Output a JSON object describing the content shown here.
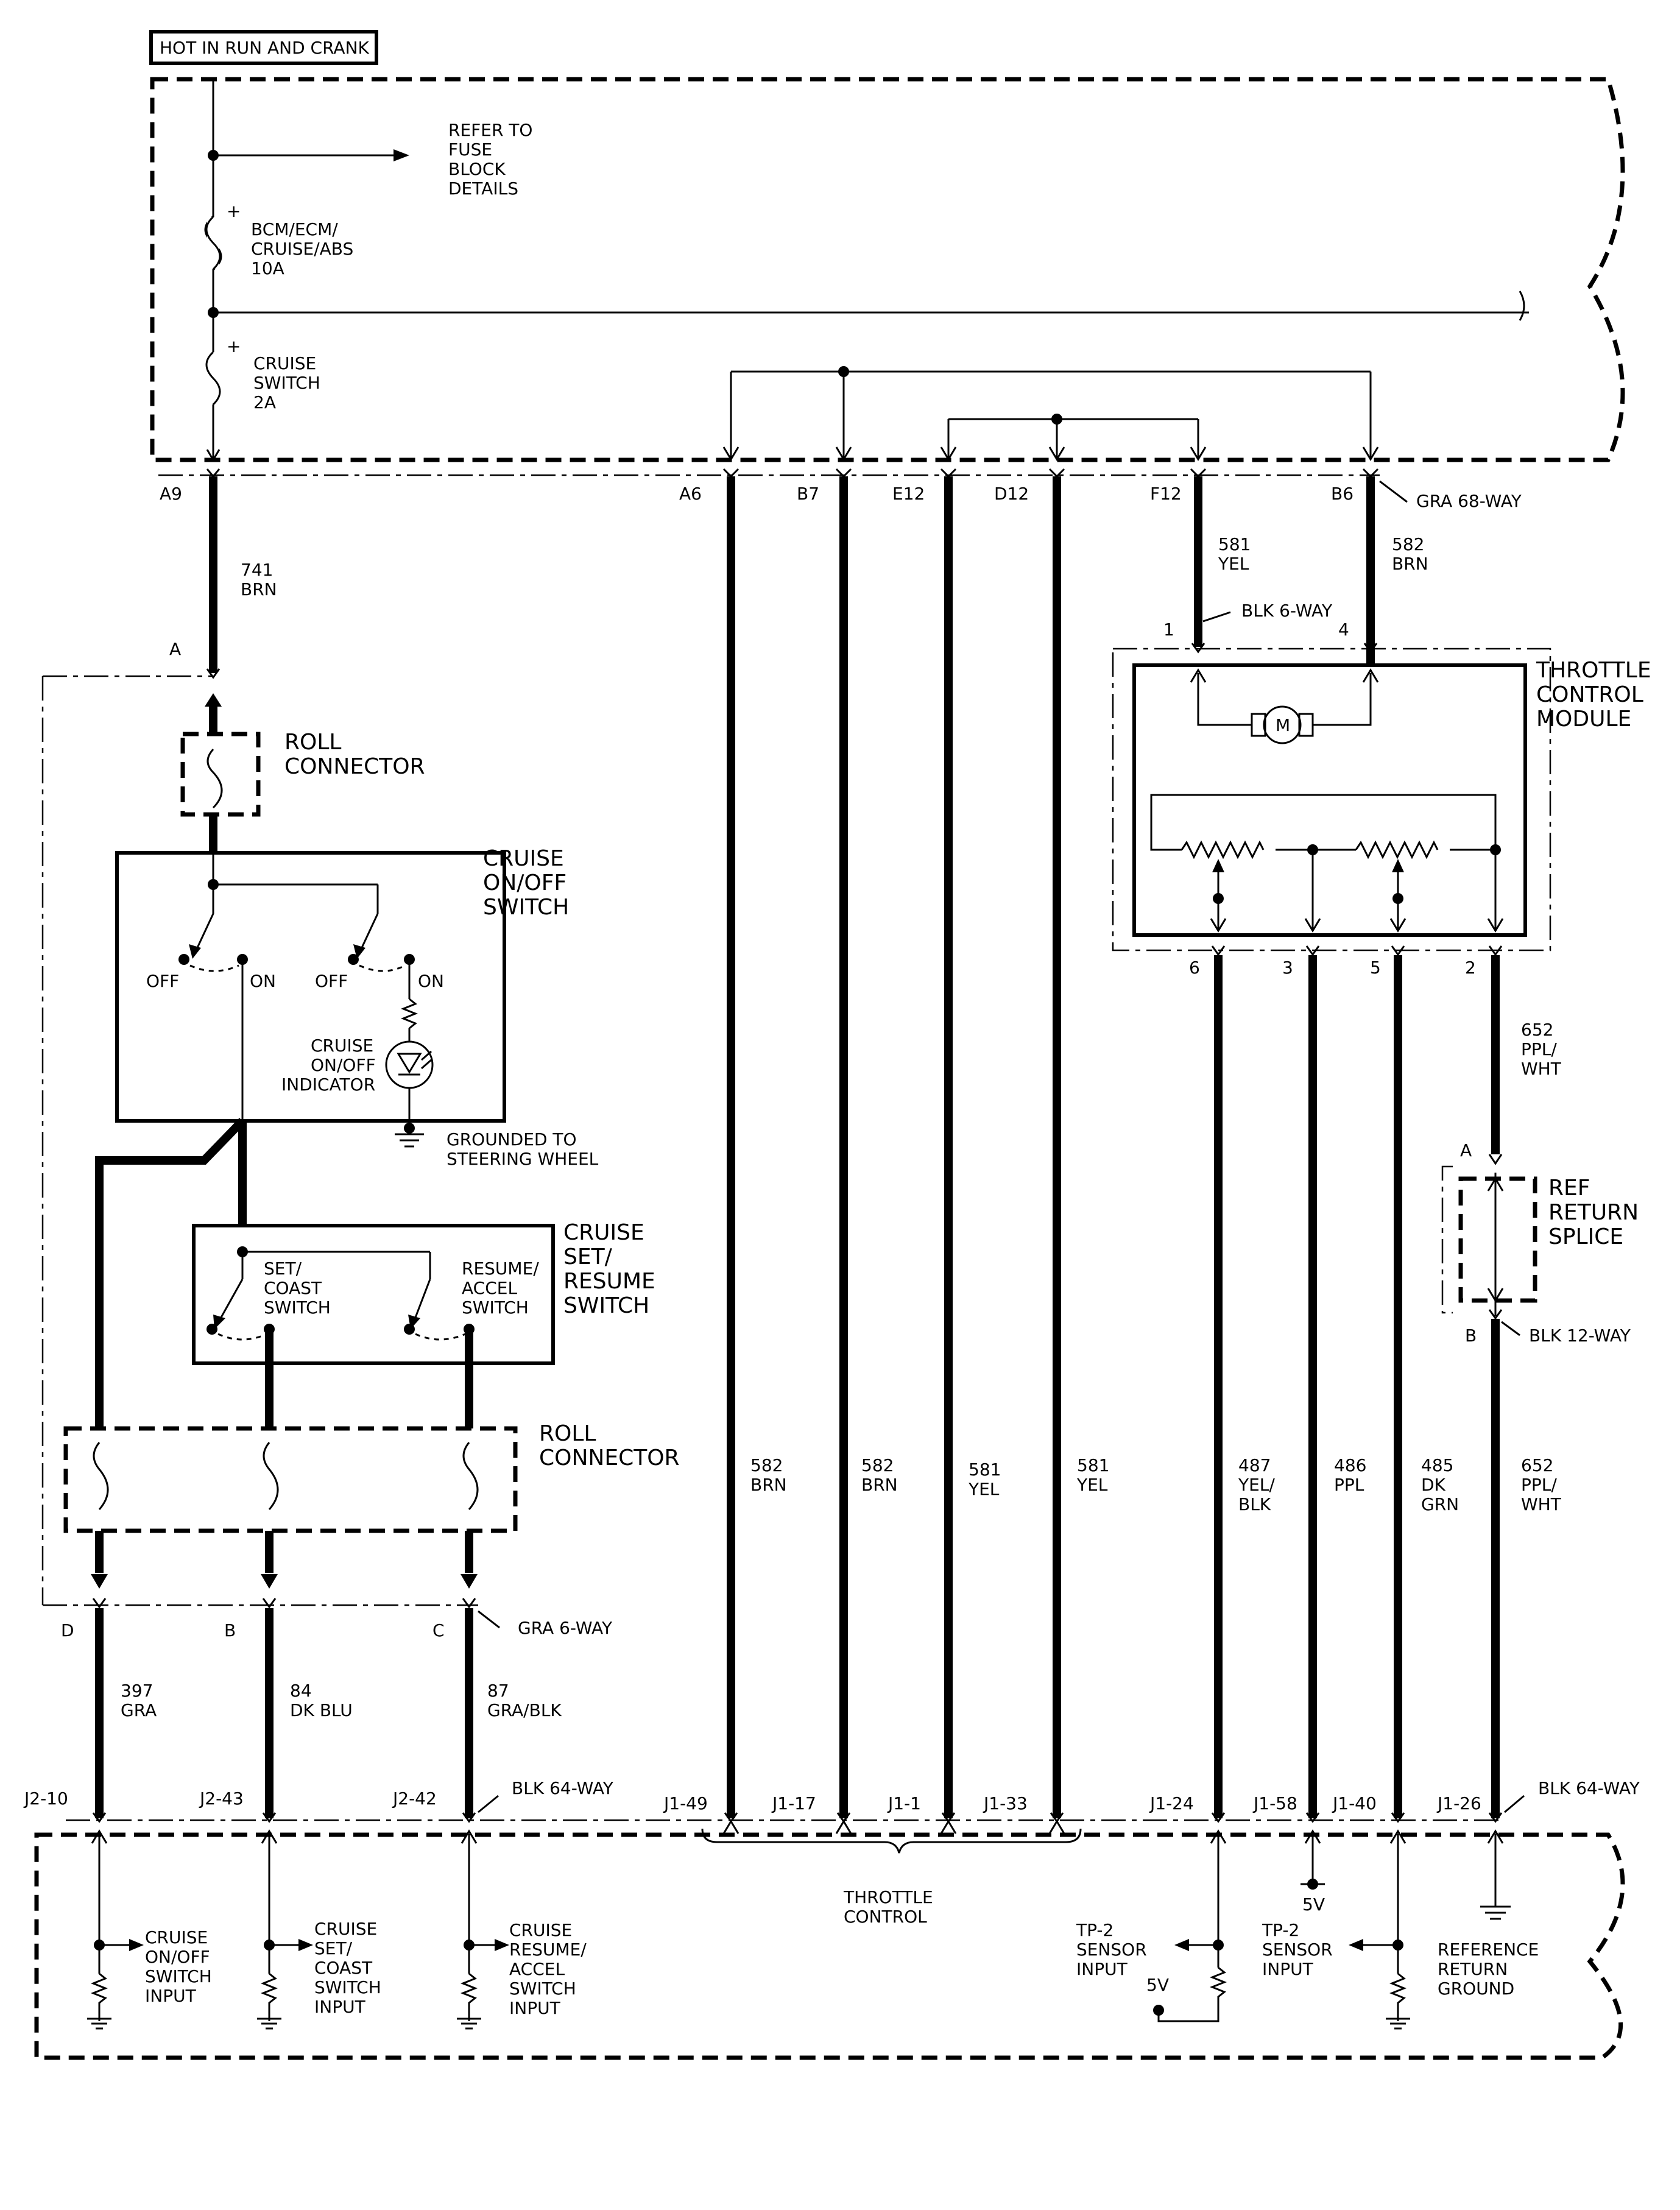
{
  "header": {
    "hot_in_run": "HOT IN RUN AND CRANK"
  },
  "fuse_block": {
    "refer_line1": "REFER TO",
    "refer_line2": "FUSE",
    "refer_line3": "BLOCK",
    "refer_line4": "DETAILS",
    "fuse1_line1": "BCM/ECM/",
    "fuse1_line2": "CRUISE/ABS",
    "fuse1_line3": "10A",
    "fuse2_line1": "CRUISE",
    "fuse2_line2": "SWITCH",
    "fuse2_line3": "2A",
    "plus": "+"
  },
  "top_pins": {
    "a9": "A9",
    "a6": "A6",
    "b7": "B7",
    "e12": "E12",
    "d12": "D12",
    "f12": "F12",
    "b6": "B6",
    "connector": "GRA 68-WAY"
  },
  "wires": {
    "w741_num": "741",
    "w741_color": "BRN",
    "w581_num": "581",
    "w581_color": "YEL",
    "w582_num": "582",
    "w582_color": "BRN",
    "w652_num": "652",
    "w652_c1": "PPL/",
    "w652_c2": "WHT",
    "w397_num": "397",
    "w397_color": "GRA",
    "w84_num": "84",
    "w84_color": "DK BLU",
    "w87_num": "87",
    "w87_color": "GRA/BLK",
    "w487_num": "487",
    "w487_c1": "YEL/",
    "w487_c2": "BLK",
    "w486_num": "486",
    "w486_color": "PPL",
    "w485_num": "485",
    "w485_c1": "DK",
    "w485_c2": "GRN"
  },
  "throttle_module": {
    "title1": "THROTTLE",
    "title2": "CONTROL",
    "title3": "MODULE",
    "conn": "BLK 6-WAY",
    "pin1": "1",
    "pin4": "4",
    "pin6": "6",
    "pin3": "3",
    "pin5": "5",
    "pin2": "2",
    "motor": "M"
  },
  "ref_splice": {
    "title1": "REF",
    "title2": "RETURN",
    "title3": "SPLICE",
    "pin_a": "A",
    "pin_b": "B",
    "conn": "BLK 12-WAY"
  },
  "roll_connector_top": {
    "title1": "ROLL",
    "title2": "CONNECTOR",
    "pin_a": "A"
  },
  "cruise_onoff": {
    "title1": "CRUISE",
    "title2": "ON/OFF",
    "title3": "SWITCH",
    "off": "OFF",
    "on": "ON",
    "ind1": "CRUISE",
    "ind2": "ON/OFF",
    "ind3": "INDICATOR",
    "gnd1": "GROUNDED TO",
    "gnd2": "STEERING WHEEL"
  },
  "cruise_set_resume": {
    "title1": "CRUISE",
    "title2": "SET/",
    "title3": "RESUME",
    "title4": "SWITCH",
    "set1": "SET/",
    "set2": "COAST",
    "set3": "SWITCH",
    "res1": "RESUME/",
    "res2": "ACCEL",
    "res3": "SWITCH"
  },
  "roll_connector_bottom": {
    "title1": "ROLL",
    "title2": "CONNECTOR",
    "pin_d": "D",
    "pin_b": "B",
    "pin_c": "C",
    "conn": "GRA 6-WAY"
  },
  "bottom_pins": {
    "j2_10": "J2-10",
    "j2_43": "J2-43",
    "j2_42": "J2-42",
    "j1_49": "J1-49",
    "j1_17": "J1-17",
    "j1_1": "J1-1",
    "j1_33": "J1-33",
    "j1_24": "J1-24",
    "j1_58": "J1-58",
    "j1_40": "J1-40",
    "j1_26": "J1-26",
    "conn": "BLK 64-WAY"
  },
  "pcm_inputs": {
    "cruise_onoff_1": "CRUISE",
    "cruise_onoff_2": "ON/OFF",
    "cruise_onoff_3": "SWITCH",
    "cruise_onoff_4": "INPUT",
    "set_1": "CRUISE",
    "set_2": "SET/",
    "set_3": "COAST",
    "set_4": "SWITCH",
    "set_5": "INPUT",
    "res_1": "CRUISE",
    "res_2": "RESUME/",
    "res_3": "ACCEL",
    "res_4": "SWITCH",
    "res_5": "INPUT",
    "throttle_1": "THROTTLE",
    "throttle_2": "CONTROL",
    "tp2a_1": "TP-2",
    "tp2a_2": "SENSOR",
    "tp2a_3": "INPUT",
    "tp2b_1": "TP-2",
    "tp2b_2": "SENSOR",
    "tp2b_3": "INPUT",
    "v5": "5V",
    "ref_1": "REFERENCE",
    "ref_2": "RETURN",
    "ref_3": "GROUND"
  }
}
